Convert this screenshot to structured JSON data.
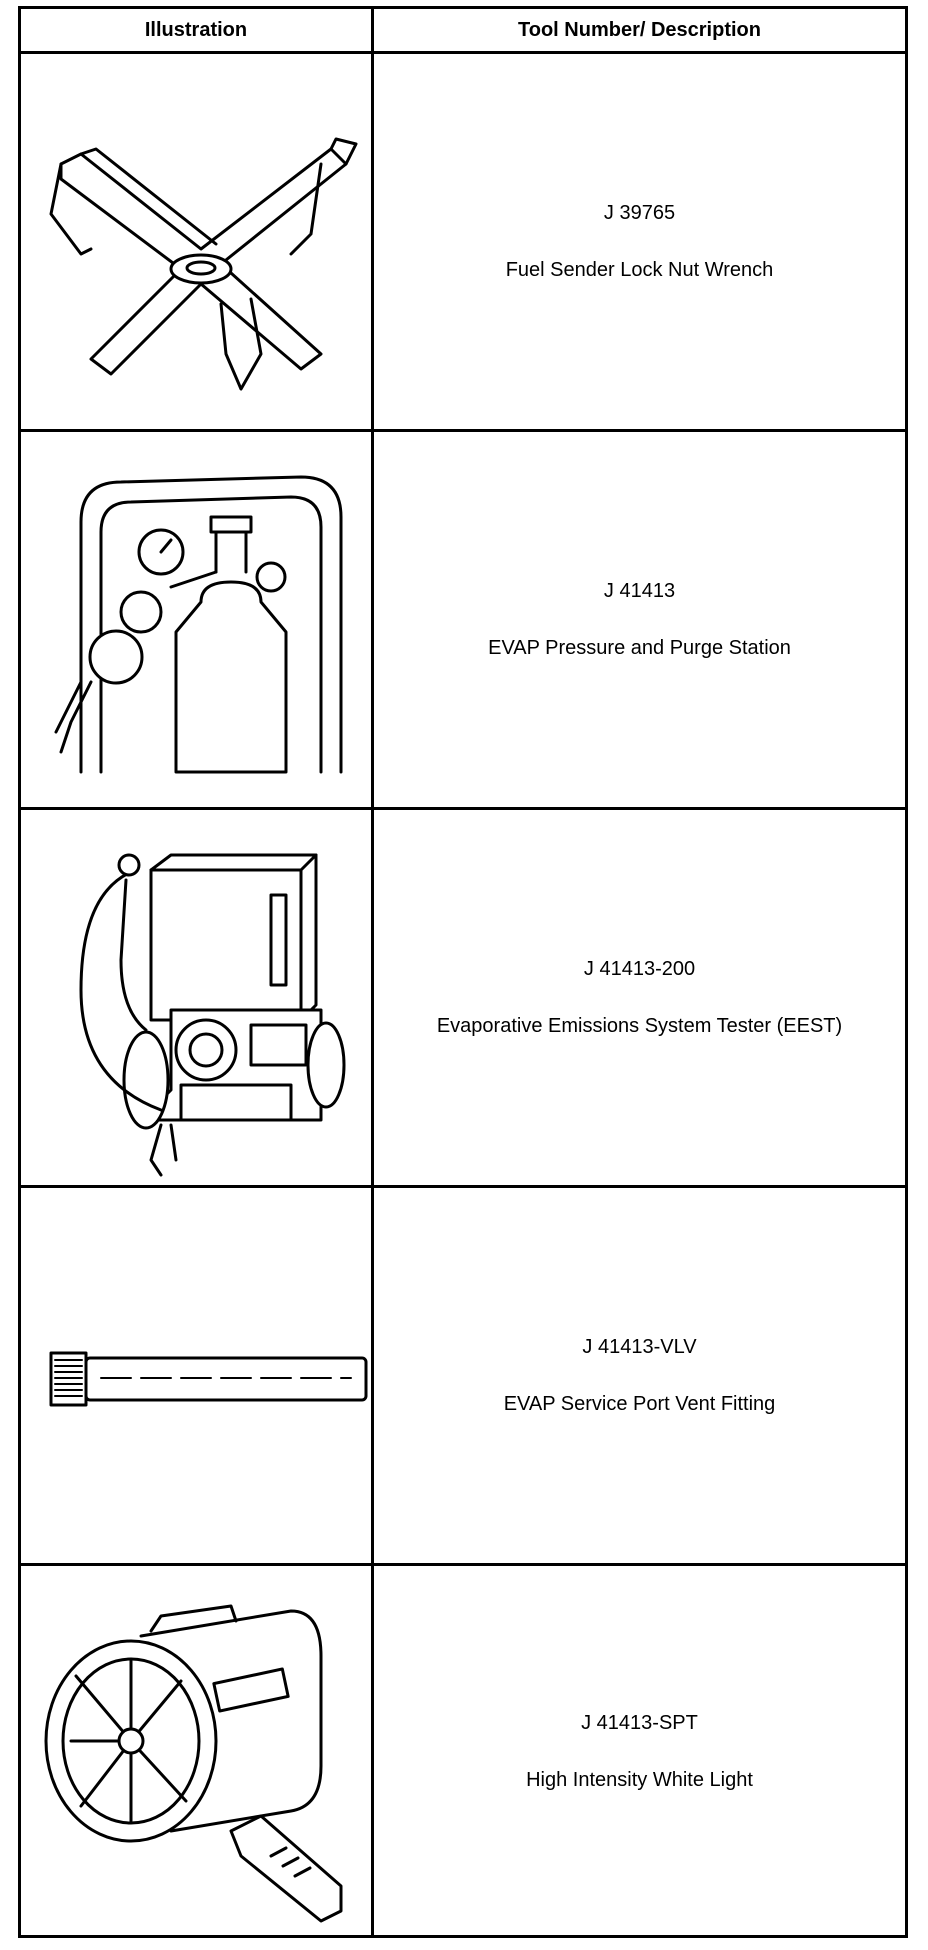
{
  "table": {
    "headers": {
      "illustration": "Illustration",
      "description": "Tool Number/ Description"
    },
    "rows": [
      {
        "number": "J 39765",
        "name": "Fuel Sender Lock Nut Wrench",
        "icon": "wrench-icon"
      },
      {
        "number": "J 41413",
        "name": "EVAP Pressure and Purge Station",
        "icon": "purge-station-icon"
      },
      {
        "number": "J 41413-200",
        "name": "Evaporative Emissions System Tester (EEST)",
        "icon": "tester-icon"
      },
      {
        "number": "J 41413-VLV",
        "name": "EVAP Service Port Vent Fitting",
        "icon": "vent-fitting-icon"
      },
      {
        "number": "J 41413-SPT",
        "name": "High Intensity White Light",
        "icon": "light-icon"
      }
    ]
  }
}
